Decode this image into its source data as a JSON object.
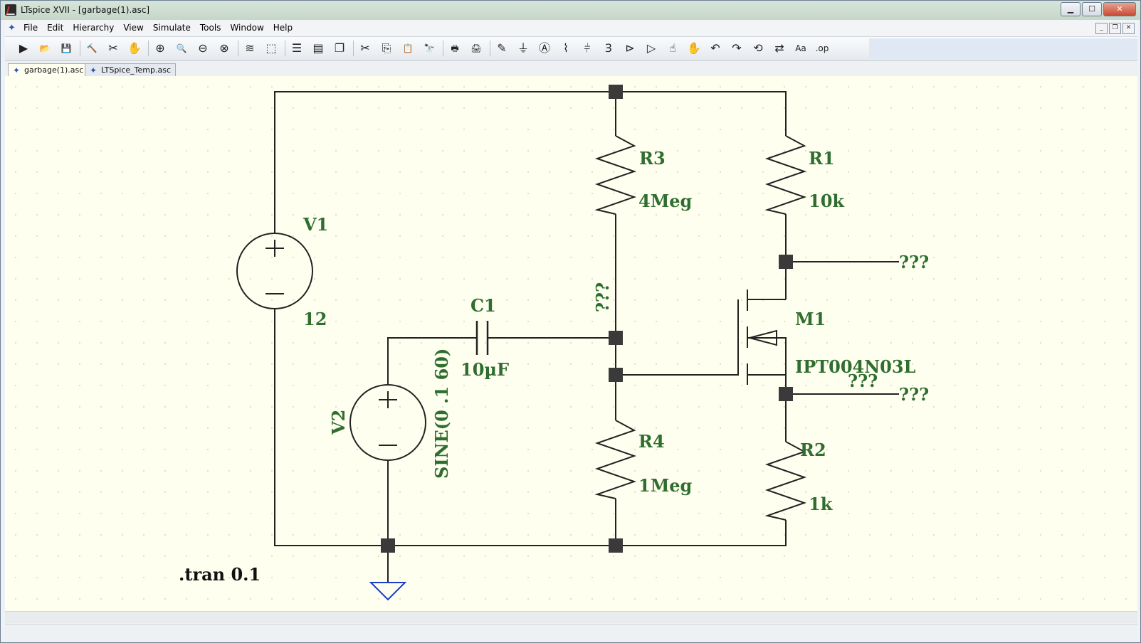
{
  "window": {
    "title": "LTspice XVII - [garbage(1).asc]",
    "buttons": {
      "minimize": "▁",
      "maximize": "☐",
      "close": "✕"
    }
  },
  "menu": {
    "items": [
      "File",
      "Edit",
      "Hierarchy",
      "View",
      "Simulate",
      "Tools",
      "Window",
      "Help"
    ],
    "mdi_buttons": {
      "minimize": "_",
      "restore": "❐",
      "close": "✕"
    }
  },
  "toolbar": {
    "icons": [
      {
        "name": "run-icon",
        "glyph": "▶"
      },
      {
        "name": "open-folder-icon",
        "glyph": "📂"
      },
      {
        "name": "save-icon",
        "glyph": "💾"
      },
      {
        "name": "control-panel-icon",
        "glyph": "🔨"
      },
      {
        "name": "halt-icon",
        "glyph": "✂"
      },
      {
        "name": "pan-hand-icon",
        "glyph": "✋"
      },
      {
        "name": "zoom-in-icon",
        "glyph": "⊕"
      },
      {
        "name": "zoom-pan-icon",
        "glyph": "🔍"
      },
      {
        "name": "zoom-out-icon",
        "glyph": "⊖"
      },
      {
        "name": "zoom-fit-icon",
        "glyph": "⊗"
      },
      {
        "name": "autorange-icon",
        "glyph": "≋"
      },
      {
        "name": "fit-window-icon",
        "glyph": "⬚"
      },
      {
        "name": "tile-horizontal-icon",
        "glyph": "☰"
      },
      {
        "name": "tile-vertical-icon",
        "glyph": "▤"
      },
      {
        "name": "cascade-icon",
        "glyph": "❐"
      },
      {
        "name": "cut-icon",
        "glyph": "✂"
      },
      {
        "name": "copy-icon",
        "glyph": "⎘"
      },
      {
        "name": "paste-icon",
        "glyph": "📋"
      },
      {
        "name": "find-icon",
        "glyph": "🔭"
      },
      {
        "name": "print-setup-icon",
        "glyph": "🖶"
      },
      {
        "name": "print-icon",
        "glyph": "🖨"
      },
      {
        "name": "draw-wire-icon",
        "glyph": "✎"
      },
      {
        "name": "ground-icon",
        "glyph": "⏚"
      },
      {
        "name": "net-label-icon",
        "glyph": "Ⓐ"
      },
      {
        "name": "resistor-icon",
        "glyph": "⌇"
      },
      {
        "name": "capacitor-icon",
        "glyph": "⫩"
      },
      {
        "name": "inductor-icon",
        "glyph": "Ɜ"
      },
      {
        "name": "diode-icon",
        "glyph": "⊳"
      },
      {
        "name": "component-icon",
        "glyph": "▷"
      },
      {
        "name": "move-icon",
        "glyph": "☝"
      },
      {
        "name": "drag-icon",
        "glyph": "✋"
      },
      {
        "name": "undo-icon",
        "glyph": "↶"
      },
      {
        "name": "redo-icon",
        "glyph": "↷"
      },
      {
        "name": "rotate-icon",
        "glyph": "⟲"
      },
      {
        "name": "mirror-icon",
        "glyph": "⇄"
      },
      {
        "name": "text-icon",
        "glyph": "Aa"
      },
      {
        "name": "spice-directive-icon",
        "glyph": ".op"
      }
    ]
  },
  "tabs": [
    {
      "label": "garbage(1).asc",
      "active": true
    },
    {
      "label": "LTSpice_Temp.asc",
      "active": false
    }
  ],
  "schematic": {
    "V1": {
      "name": "V1",
      "value": "12"
    },
    "V2": {
      "name": "V2",
      "value": "SINE(0 .1 60)"
    },
    "C1": {
      "name": "C1",
      "value": "10µF"
    },
    "R1": {
      "name": "R1",
      "value": "10k"
    },
    "R2": {
      "name": "R2",
      "value": "1k"
    },
    "R3": {
      "name": "R3",
      "value": "4Meg"
    },
    "R4": {
      "name": "R4",
      "value": "1Meg"
    },
    "M1": {
      "name": "M1",
      "model": "IPT004N03L"
    },
    "unknown_labels": {
      "gate_node": "???",
      "drain_net": "???",
      "source_net": "???",
      "mosfet_extra": "???"
    },
    "directive": ".tran 0.1",
    "colors": {
      "wire": "#222222",
      "label": "#2f6e2f",
      "ground": "#1a3cc8",
      "junction": "#3a3a3a",
      "background": "#fffff0"
    }
  }
}
